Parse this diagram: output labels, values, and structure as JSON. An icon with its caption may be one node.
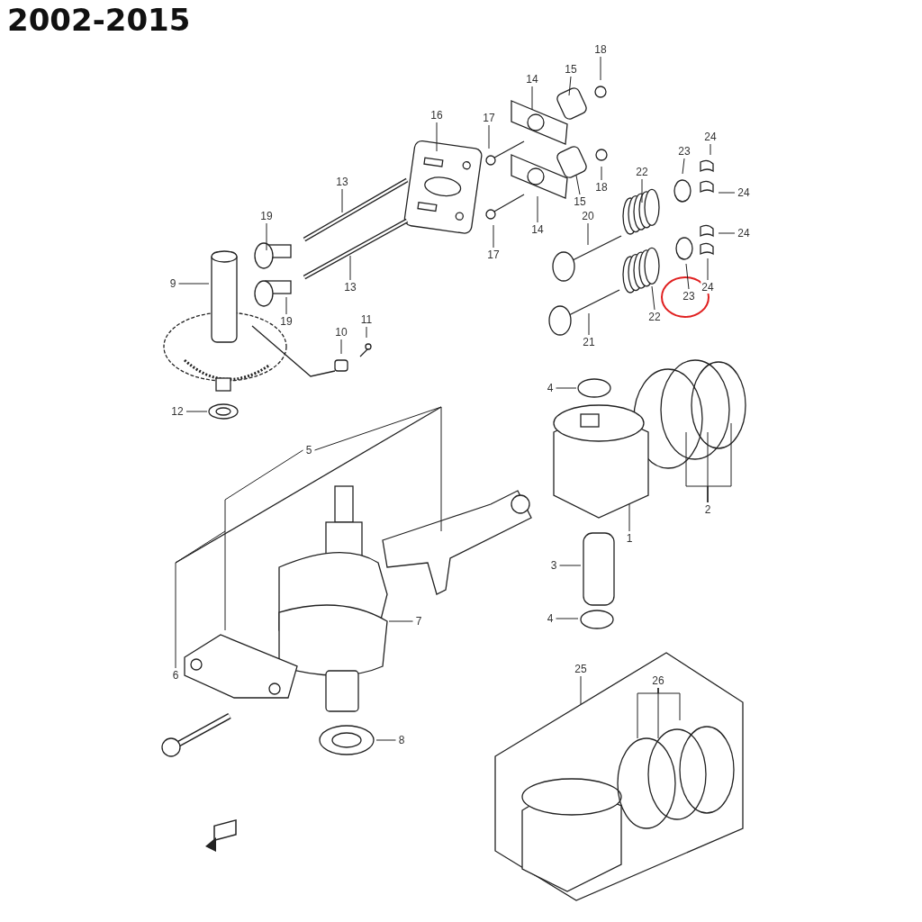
{
  "diagram": {
    "title": "2002-2015",
    "nodes": [
      {
        "text": [
          "18"
        ]
      },
      {
        "text": [
          "15"
        ]
      },
      {
        "text": [
          "14"
        ]
      },
      {
        "text": [
          "16"
        ]
      },
      {
        "text": [
          "17"
        ]
      },
      {
        "text": [
          "24"
        ]
      },
      {
        "text": [
          "23"
        ]
      },
      {
        "text": [
          "22"
        ]
      },
      {
        "text": [
          "24"
        ]
      },
      {
        "text": [
          "18"
        ]
      },
      {
        "text": [
          "15"
        ]
      },
      {
        "text": [
          "13"
        ]
      },
      {
        "text": [
          "14"
        ]
      },
      {
        "text": [
          "20"
        ]
      },
      {
        "text": [
          "24"
        ]
      },
      {
        "text": [
          "19"
        ]
      },
      {
        "text": [
          "17"
        ]
      },
      {
        "text": [
          "9"
        ]
      },
      {
        "text": [
          "13"
        ]
      },
      {
        "text": [
          "23"
        ]
      },
      {
        "text": [
          "24"
        ]
      },
      {
        "text": [
          "22"
        ]
      },
      {
        "text": [
          "19"
        ]
      },
      {
        "text": [
          "11"
        ]
      },
      {
        "text": [
          "10"
        ]
      },
      {
        "text": [
          "21"
        ]
      },
      {
        "text": [
          "4"
        ]
      },
      {
        "text": [
          "12"
        ]
      },
      {
        "text": [
          "5"
        ]
      },
      {
        "text": [
          "2"
        ]
      },
      {
        "text": [
          "1"
        ]
      },
      {
        "text": [
          "3"
        ]
      },
      {
        "text": [
          "7"
        ]
      },
      {
        "text": [
          "4"
        ]
      },
      {
        "text": [
          "6"
        ]
      },
      {
        "text": [
          "25"
        ]
      },
      {
        "text": [
          "26"
        ]
      },
      {
        "text": [
          "8"
        ]
      }
    ],
    "edges": [
      {
        "from": 0,
        "to": null,
        "arrow": "none"
      },
      {
        "from": 1,
        "to": null,
        "arrow": "none"
      },
      {
        "from": 2,
        "to": null,
        "arrow": "none"
      },
      {
        "from": 3,
        "to": null,
        "arrow": "none"
      },
      {
        "from": 4,
        "to": null,
        "arrow": "none"
      },
      {
        "from": 5,
        "to": null,
        "arrow": "none"
      },
      {
        "from": 6,
        "to": null,
        "arrow": "none"
      },
      {
        "from": 7,
        "to": null,
        "arrow": "none"
      },
      {
        "from": 8,
        "to": null,
        "arrow": "none"
      },
      {
        "from": 9,
        "to": null,
        "arrow": "none"
      },
      {
        "from": 10,
        "to": null,
        "arrow": "none"
      },
      {
        "from": 11,
        "to": null,
        "arrow": "none"
      },
      {
        "from": 12,
        "to": null,
        "arrow": "none"
      },
      {
        "from": 13,
        "to": null,
        "arrow": "none"
      },
      {
        "from": 14,
        "to": null,
        "arrow": "none"
      },
      {
        "from": 15,
        "to": null,
        "arrow": "none"
      },
      {
        "from": 16,
        "to": null,
        "arrow": "none"
      },
      {
        "from": 17,
        "to": null,
        "arrow": "none"
      },
      {
        "from": 18,
        "to": null,
        "arrow": "none"
      },
      {
        "from": 19,
        "to": null,
        "arrow": "none"
      },
      {
        "from": 20,
        "to": null,
        "arrow": "none"
      },
      {
        "from": 21,
        "to": null,
        "arrow": "none"
      },
      {
        "from": 22,
        "to": null,
        "arrow": "none"
      },
      {
        "from": 23,
        "to": null,
        "arrow": "none"
      },
      {
        "from": 24,
        "to": null,
        "arrow": "none"
      },
      {
        "from": 25,
        "to": null,
        "arrow": "none"
      },
      {
        "from": 26,
        "to": null,
        "arrow": "none"
      },
      {
        "from": 27,
        "to": null,
        "arrow": "none"
      },
      {
        "from": 28,
        "to": null,
        "arrow": "none"
      },
      {
        "from": 29,
        "to": null,
        "arrow": "none"
      },
      {
        "from": 30,
        "to": null,
        "arrow": "none"
      },
      {
        "from": 31,
        "to": null,
        "arrow": "none"
      },
      {
        "from": 32,
        "to": null,
        "arrow": "none"
      },
      {
        "from": 33,
        "to": null,
        "arrow": "none"
      },
      {
        "from": 34,
        "to": null,
        "arrow": "none"
      },
      {
        "from": 35,
        "to": null,
        "arrow": "none"
      },
      {
        "from": 36,
        "to": null,
        "arrow": "none"
      },
      {
        "from": 37,
        "to": null,
        "arrow": "none"
      }
    ]
  }
}
